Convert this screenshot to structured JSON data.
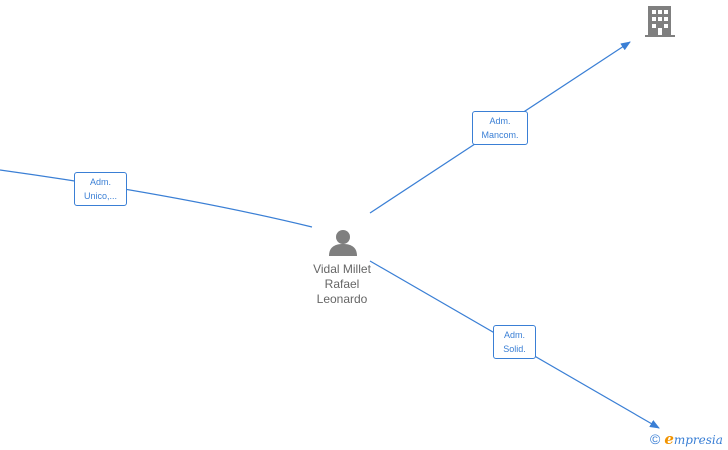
{
  "person": {
    "name_lines": [
      "Vidal Millet",
      "Rafael",
      "Leonardo"
    ],
    "icon": "person-icon"
  },
  "company": {
    "icon": "building-icon"
  },
  "edges": [
    {
      "id": "left",
      "lines": [
        "Adm.",
        "Unico,..."
      ]
    },
    {
      "id": "mancom",
      "lines": [
        "Adm.",
        "Mancom."
      ]
    },
    {
      "id": "solid",
      "lines": [
        "Adm.",
        "Solid."
      ]
    }
  ],
  "footer": {
    "copyright": "©",
    "brand_initial": "e",
    "brand_rest": "mpresia"
  },
  "colors": {
    "edge": "#3a7fd5",
    "icon": "#7f7f7f",
    "brand_accent": "#f29400"
  }
}
